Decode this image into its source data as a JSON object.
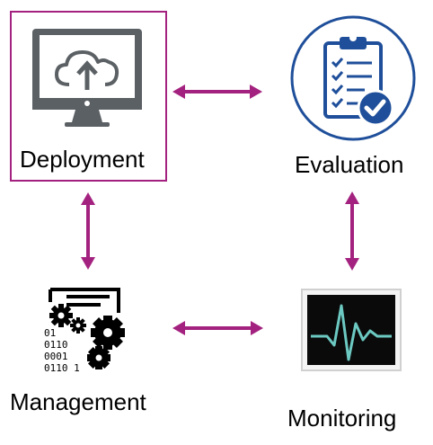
{
  "nodes": {
    "deployment": {
      "label": "Deployment",
      "icon": "cloud-upload-monitor-icon",
      "selected": true
    },
    "evaluation": {
      "label": "Evaluation",
      "icon": "clipboard-checklist-icon"
    },
    "management": {
      "label": "Management",
      "icon": "binary-gears-icon",
      "binary_lines": [
        "01",
        "0110",
        "0001",
        "0110 1"
      ]
    },
    "monitoring": {
      "label": "Monitoring",
      "icon": "heartbeat-monitor-icon"
    }
  },
  "colors": {
    "arrow": "#a4227f",
    "selection": "#a4227f",
    "monitor_gray": "#5b6064",
    "badge_blue": "#1f4f9a",
    "pulse_teal": "#6cc9c2"
  }
}
